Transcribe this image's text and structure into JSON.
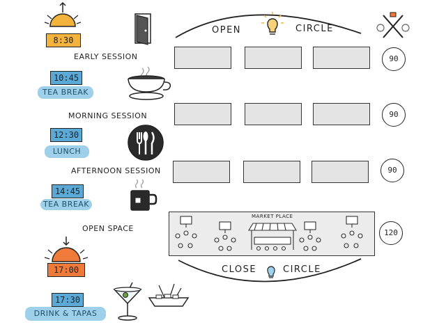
{
  "agenda": {
    "early": {
      "time": "8:30",
      "label": "EARLY SESSION"
    },
    "tea1": {
      "time": "10:45",
      "label": "TEA BREAK"
    },
    "morning": {
      "label": "MORNING SESSION"
    },
    "lunch": {
      "time": "12:30",
      "label": "LUNCH"
    },
    "afternoon": {
      "label": "AFTERNOON SESSION"
    },
    "tea2": {
      "time": "14:45",
      "label": "TEA BREAK"
    },
    "openspace": {
      "label": "OPEN SPACE"
    },
    "close": {
      "time": "17:00"
    },
    "drinks": {
      "time": "17:30",
      "label": "DRINK & TAPAS"
    }
  },
  "circles": {
    "open_left": "OPEN",
    "open_right": "CIRCLE",
    "close_left": "CLOSE",
    "close_right": "CIRCLE"
  },
  "marketplace": {
    "label": "MARKET PLACE"
  },
  "durations": [
    "90",
    "90",
    "90",
    "120"
  ],
  "colors": {
    "time_blue": "#5aa9d6",
    "time_yellow": "#f3b33d",
    "time_orange": "#f07a3a",
    "brush_blue": "#9fd0ea"
  },
  "icons": [
    "sunrise-icon",
    "door-icon",
    "teacup-icon",
    "cutlery-icon",
    "mug-icon",
    "sunset-icon",
    "martini-icon",
    "tapas-icon",
    "lightbulb-icon",
    "tools-icon",
    "stopwatch-icon"
  ]
}
